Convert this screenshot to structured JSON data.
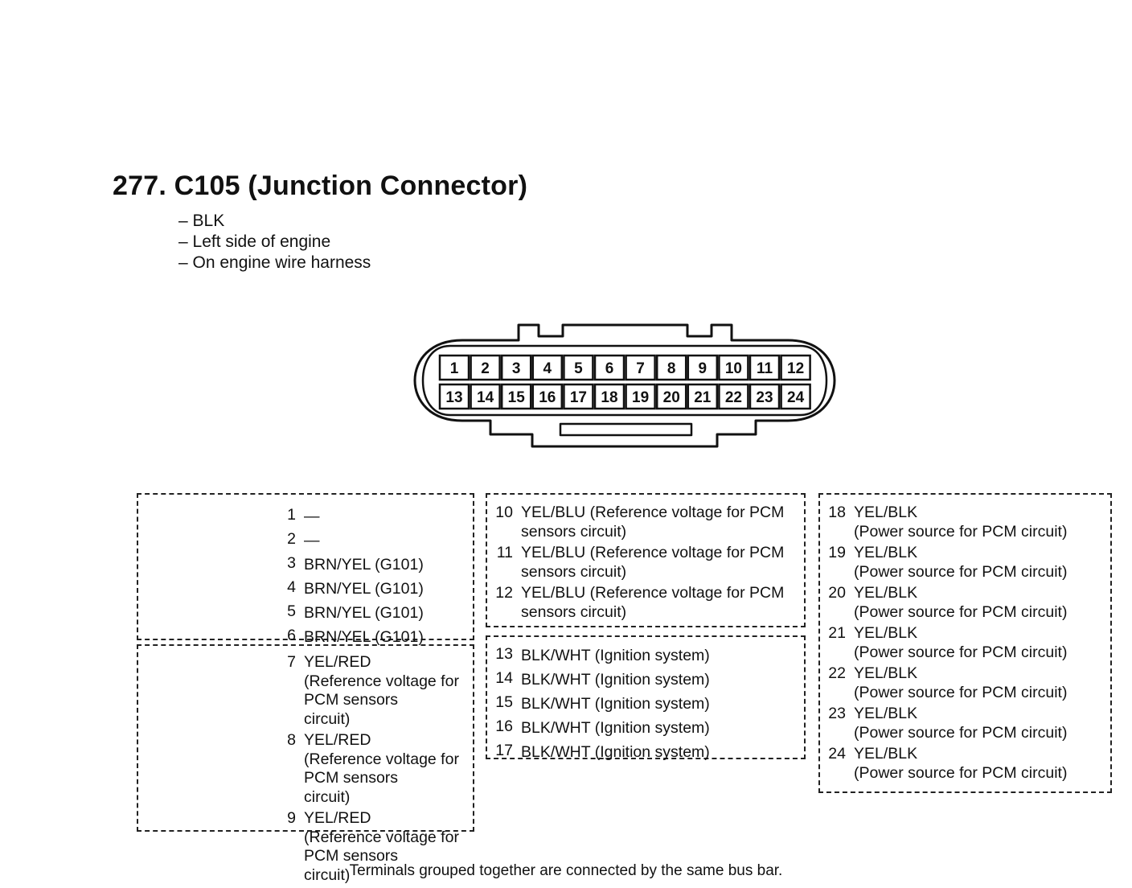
{
  "title": "277. C105 (Junction Connector)",
  "properties": [
    "– BLK",
    "– Left side of engine",
    "– On engine wire harness"
  ],
  "connector": {
    "row1": [
      "1",
      "2",
      "3",
      "4",
      "5",
      "6",
      "7",
      "8",
      "9",
      "10",
      "11",
      "12"
    ],
    "row2": [
      "13",
      "14",
      "15",
      "16",
      "17",
      "18",
      "19",
      "20",
      "21",
      "22",
      "23",
      "24"
    ]
  },
  "groups": [
    {
      "id": "group-1-6",
      "entries": [
        {
          "num": "1",
          "lines": [
            "—"
          ]
        },
        {
          "num": "2",
          "lines": [
            "—"
          ]
        },
        {
          "num": "3",
          "lines": [
            "BRN/YEL (G101)"
          ]
        },
        {
          "num": "4",
          "lines": [
            "BRN/YEL (G101)"
          ]
        },
        {
          "num": "5",
          "lines": [
            "BRN/YEL (G101)"
          ]
        },
        {
          "num": "6",
          "lines": [
            "BRN/YEL (G101)"
          ]
        }
      ]
    },
    {
      "id": "group-7-9",
      "entries": [
        {
          "num": "7",
          "lines": [
            "YEL/RED",
            "(Reference voltage for PCM sensors",
            "circuit)"
          ]
        },
        {
          "num": "8",
          "lines": [
            "YEL/RED",
            "(Reference voltage for PCM sensors",
            "circuit)"
          ]
        },
        {
          "num": "9",
          "lines": [
            "YEL/RED",
            "(Reference voltage for PCM sensors",
            "circuit)"
          ]
        }
      ]
    },
    {
      "id": "group-10-12",
      "entries": [
        {
          "num": "10",
          "lines": [
            "YEL/BLU (Reference voltage for PCM",
            "sensors circuit)"
          ]
        },
        {
          "num": "11",
          "lines": [
            "YEL/BLU (Reference voltage for PCM",
            "sensors circuit)"
          ]
        },
        {
          "num": "12",
          "lines": [
            "YEL/BLU (Reference voltage for PCM",
            "sensors circuit)"
          ]
        }
      ]
    },
    {
      "id": "group-13-17",
      "entries": [
        {
          "num": "13",
          "lines": [
            "BLK/WHT (Ignition system)"
          ]
        },
        {
          "num": "14",
          "lines": [
            "BLK/WHT (Ignition system)"
          ]
        },
        {
          "num": "15",
          "lines": [
            "BLK/WHT (Ignition system)"
          ]
        },
        {
          "num": "16",
          "lines": [
            "BLK/WHT (Ignition system)"
          ]
        },
        {
          "num": "17",
          "lines": [
            "BLK/WHT (Ignition system)"
          ]
        }
      ]
    },
    {
      "id": "group-18-24",
      "entries": [
        {
          "num": "18",
          "lines": [
            "YEL/BLK",
            "(Power source for PCM circuit)"
          ]
        },
        {
          "num": "19",
          "lines": [
            "YEL/BLK",
            "(Power source for PCM circuit)"
          ]
        },
        {
          "num": "20",
          "lines": [
            "YEL/BLK",
            "(Power source for PCM circuit)"
          ]
        },
        {
          "num": "21",
          "lines": [
            "YEL/BLK",
            "(Power source for PCM circuit)"
          ]
        },
        {
          "num": "22",
          "lines": [
            "YEL/BLK",
            "(Power source for PCM circuit)"
          ]
        },
        {
          "num": "23",
          "lines": [
            "YEL/BLK",
            "(Power source for PCM circuit)"
          ]
        },
        {
          "num": "24",
          "lines": [
            "YEL/BLK",
            "(Power source for PCM circuit)"
          ]
        }
      ]
    }
  ],
  "footnote": "Terminals grouped together are connected by the same bus bar."
}
